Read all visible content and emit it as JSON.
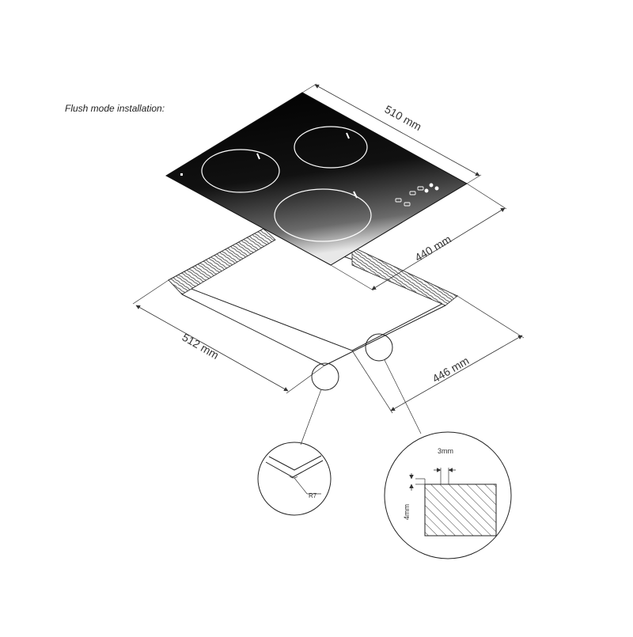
{
  "caption": "Flush mode installation:",
  "dimensions": {
    "hob_width": "510 mm",
    "hob_depth": "440 mm",
    "cutout_width": "512 mm",
    "cutout_depth": "446 mm"
  },
  "detail_corner": {
    "radius_label": "R7"
  },
  "detail_edge": {
    "rebate_width": "3mm",
    "rebate_depth": "4mm"
  },
  "colors": {
    "glass": "#0d0d0d",
    "line": "#333333",
    "background": "#ffffff"
  }
}
